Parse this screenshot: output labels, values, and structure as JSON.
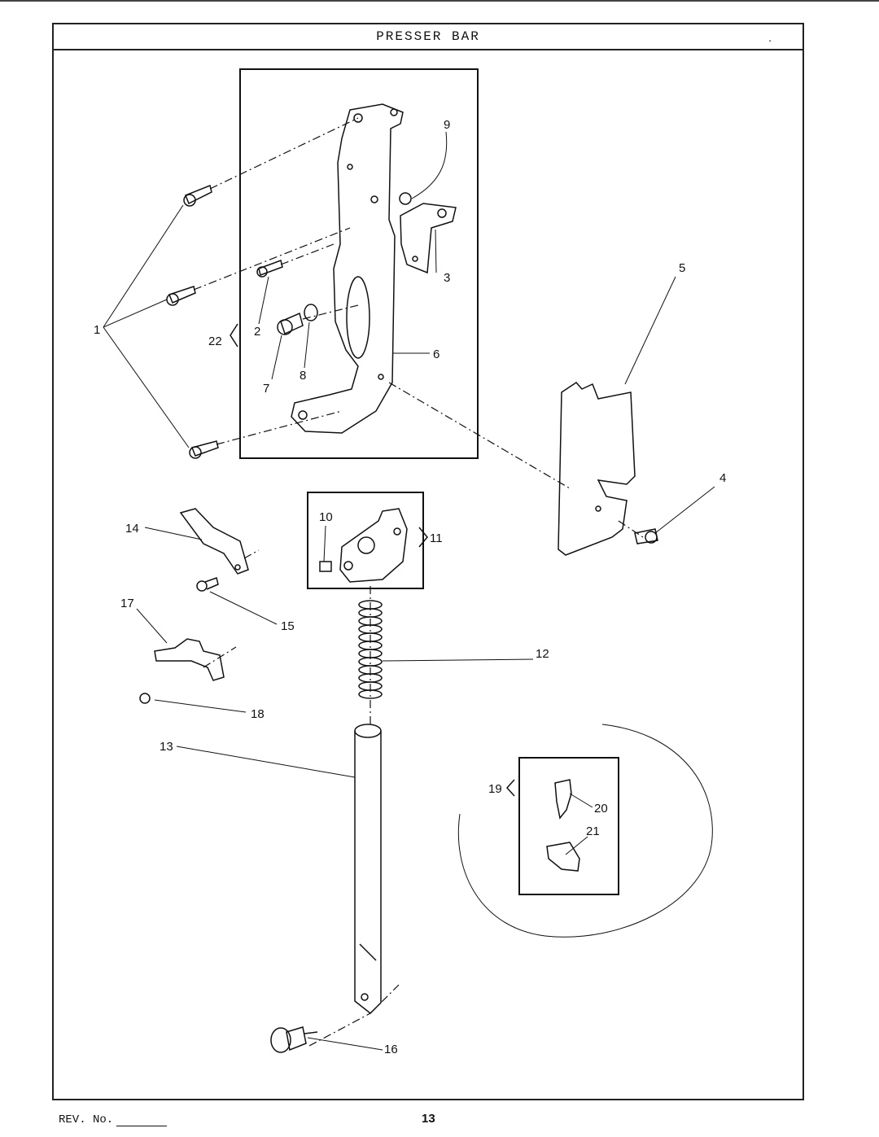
{
  "title": "PRESSER BAR",
  "title_dot": ".",
  "footer": {
    "rev_label": "REV. No.",
    "page_number": "13"
  },
  "callouts": {
    "c1": "1",
    "c2": "2",
    "c3": "3",
    "c4": "4",
    "c5": "5",
    "c6": "6",
    "c7": "7",
    "c8": "8",
    "c9": "9",
    "c10": "10",
    "c11": "11",
    "c12": "12",
    "c13": "13",
    "c14": "14",
    "c15": "15",
    "c16": "16",
    "c17": "17",
    "c18": "18",
    "c19": "19",
    "c20": "20",
    "c21": "21",
    "c22": "22"
  }
}
